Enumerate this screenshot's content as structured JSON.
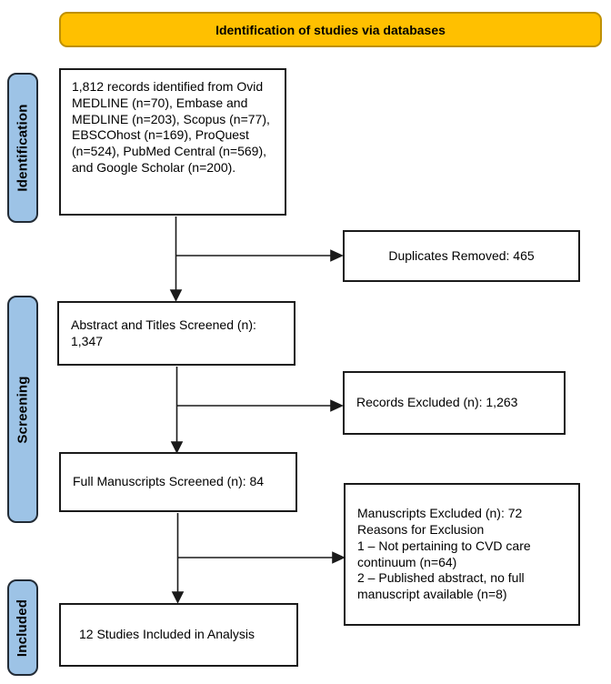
{
  "banner": {
    "label": "Identification of studies via databases"
  },
  "stages": [
    {
      "id": "identification",
      "label": "Identification"
    },
    {
      "id": "screening",
      "label": "Screening"
    },
    {
      "id": "included",
      "label": "Included"
    }
  ],
  "boxes": {
    "records_identified": {
      "text": "1,812 records identified from Ovid MEDLINE (n=70), Embase and MEDLINE (n=203), Scopus (n=77), EBSCOhost (n=169), ProQuest (n=524), PubMed Central (n=569), and Google Scholar (n=200)."
    },
    "duplicates_removed": {
      "text": "Duplicates Removed: 465"
    },
    "abstracts_screened": {
      "text": "Abstract and Titles Screened (n): 1,347"
    },
    "records_excluded": {
      "text": "Records Excluded (n): 1,263"
    },
    "full_manuscripts_screened": {
      "text": "Full Manuscripts Screened (n): 84"
    },
    "manuscripts_excluded": {
      "lines": [
        "Manuscripts Excluded (n): 72",
        "Reasons for Exclusion",
        "1 – Not pertaining to CVD care continuum (n=64)",
        "2 – Published abstract, no full manuscript available (n=8)"
      ]
    },
    "studies_included": {
      "text": "12 Studies Included in Analysis"
    }
  },
  "colors": {
    "banner_fill": "#FFC000",
    "banner_border": "#BF9000",
    "stage_fill": "#9DC3E6",
    "stage_border": "#222B35",
    "box_border": "#1A1A1A",
    "arrow": "#1A1A1A",
    "background": "#FFFFFF"
  }
}
